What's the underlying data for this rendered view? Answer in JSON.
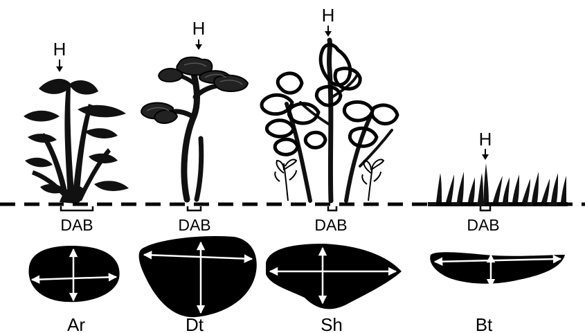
{
  "colors": {
    "ink": "#000000",
    "arrow_on_shape": "#ffffff",
    "background": "#ffffff"
  },
  "marker_label": "H",
  "basal_label": "DAB",
  "plants": [
    {
      "name": "Ar",
      "shape_icon": "canopy-section-rounded"
    },
    {
      "name": "Dt",
      "shape_icon": "canopy-section-wide-lobed"
    },
    {
      "name": "Sh",
      "shape_icon": "canopy-section-pointed-oval"
    },
    {
      "name": "Bt",
      "shape_icon": "canopy-section-thin-crescent"
    }
  ],
  "icons": [
    "height-arrow-icon",
    "dab-bracket-icon",
    "ground-line-icon",
    "plant-silhouette-icon",
    "cross-arrow-icon"
  ]
}
